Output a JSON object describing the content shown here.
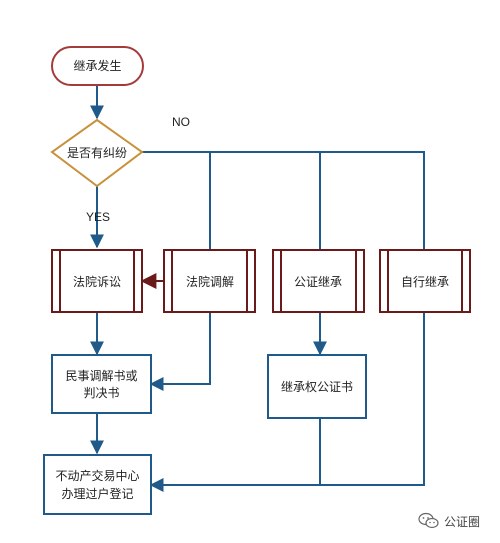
{
  "nodes": {
    "start": "继承发生",
    "decision": "是否有纠纷",
    "court_litigation": "法院诉讼",
    "court_mediation": "法院调解",
    "notary_inheritance": "公证继承",
    "self_inheritance": "自行继承",
    "mediation_judgment": [
      "民事调解书或",
      "判决书"
    ],
    "notary_certificate": "继承权公证书",
    "registration": [
      "不动产交易中心",
      "办理过户登记"
    ]
  },
  "labels": {
    "no": "NO",
    "yes": "YES"
  },
  "watermark": {
    "text": "公证圈",
    "icon": "wechat-icon"
  },
  "colors": {
    "blue_line": "#1f5a8a",
    "decision_border": "#c8913b",
    "start_border": "#a33b3b",
    "dark_arrow": "#6b1a1a"
  }
}
